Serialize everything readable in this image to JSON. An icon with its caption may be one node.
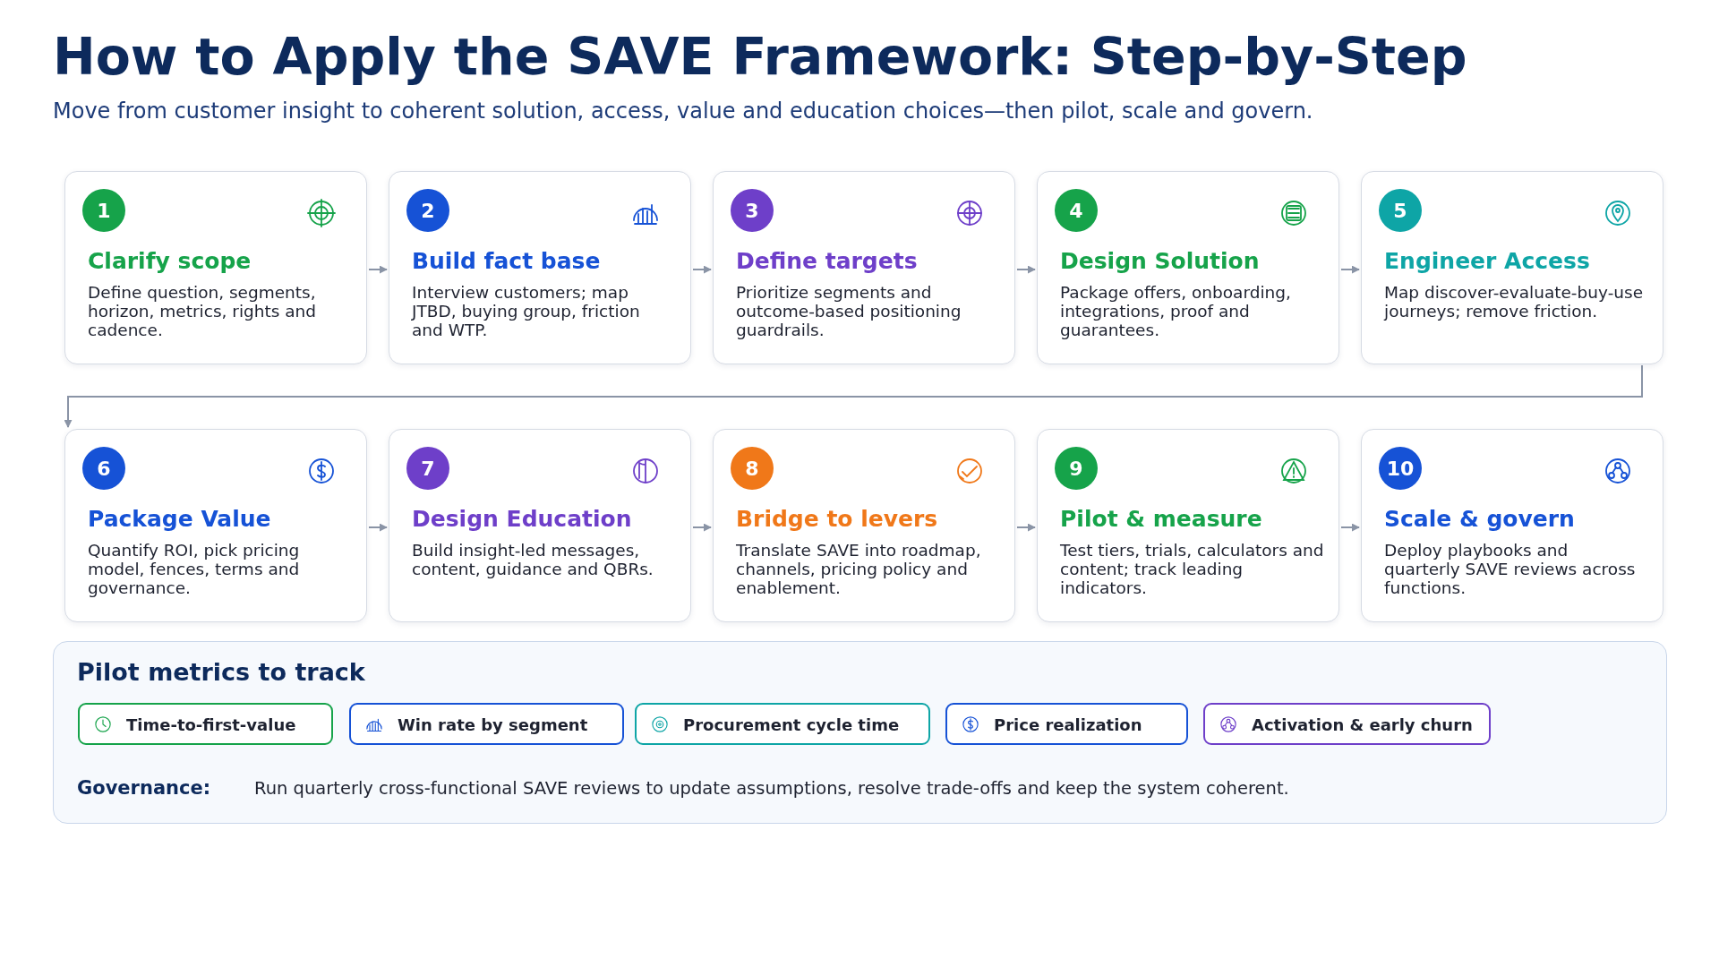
{
  "diagram": {
    "title": "How to Apply the SAVE Framework: Step-by-Step",
    "nodes": [
      {
        "text": [
          "1",
          "Clarify scope",
          "Define question, segments, horizon, metrics, rights and cadence."
        ]
      },
      {
        "text": [
          "2",
          "Build fact base",
          "Interview customers; map JTBD, buying group, friction and WTP."
        ]
      },
      {
        "text": [
          "3",
          "Define targets",
          "Prioritize segments and outcome-based positioning guardrails."
        ]
      },
      {
        "text": [
          "4",
          "Design Solution",
          "Package offers, onboarding, integrations, proof and guarantees."
        ]
      },
      {
        "text": [
          "5",
          "Engineer Access",
          "Map discover-evaluate-buy-use journeys; remove friction."
        ]
      },
      {
        "text": [
          "6",
          "Package Value",
          "Quantify ROI, pick pricing model, fences, terms and governance."
        ]
      },
      {
        "text": [
          "7",
          "Design Education",
          "Build insight-led messages, content, guidance and QBRs."
        ]
      },
      {
        "text": [
          "8",
          "Bridge to levers",
          "Translate SAVE into roadmap, channels, pricing policy and enablement."
        ]
      },
      {
        "text": [
          "9",
          "Pilot & measure",
          "Test tiers, trials, calculators and content; track leading indicators."
        ]
      },
      {
        "text": [
          "10",
          "Scale & govern",
          "Deploy playbooks and quarterly SAVE reviews across functions."
        ]
      },
      {
        "text": [
          "Pilot metrics to track",
          "Governance:",
          "Run quarterly cross-functional SAVE reviews to update assumptions, resolve trade-offs and keep the system coherent."
        ]
      },
      {
        "text": [
          "Time-to-first-value"
        ],
        "in": 10
      },
      {
        "text": [
          "Win rate by segment"
        ],
        "in": 10
      },
      {
        "text": [
          "Procurement cycle time"
        ],
        "in": 10
      },
      {
        "text": [
          "Price realization"
        ],
        "in": 10
      },
      {
        "text": [
          "Activation & early churn"
        ],
        "in": 10
      }
    ],
    "edges": [
      {
        "from": 0,
        "to": 1,
        "arrow": "to"
      },
      {
        "from": 1,
        "to": 2,
        "arrow": "to"
      },
      {
        "from": 2,
        "to": 3,
        "arrow": "to"
      },
      {
        "from": 3,
        "to": 4,
        "arrow": "to"
      },
      {
        "from": 4,
        "to": 5,
        "arrow": "to"
      },
      {
        "from": 5,
        "to": 6,
        "arrow": "to"
      },
      {
        "from": 6,
        "to": 7,
        "arrow": "to"
      },
      {
        "from": 7,
        "to": 8,
        "arrow": "to"
      },
      {
        "from": 8,
        "to": 9,
        "arrow": "to"
      }
    ],
    "labels": [
      "Move from customer insight to coherent solution, access, value and education choices—then pilot, scale and govern."
    ]
  }
}
